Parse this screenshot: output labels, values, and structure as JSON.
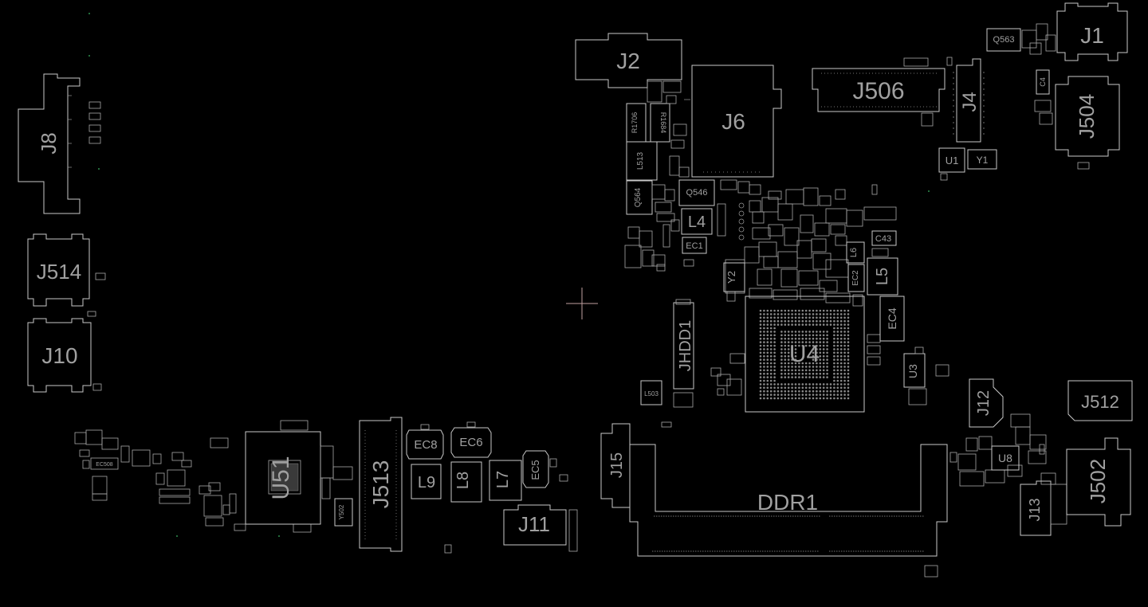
{
  "viewer": {
    "background": "#000000",
    "outline_color": "#c8c8c8",
    "label_color": "#a0a0a0",
    "cursor_icon": "crosshair-icon"
  },
  "components": {
    "J1": "J1",
    "J2": "J2",
    "J4": "J4",
    "J6": "J6",
    "J8": "J8",
    "J10": "J10",
    "J11": "J11",
    "J12": "J12",
    "J13": "J13",
    "J15": "J15",
    "J502": "J502",
    "J504": "J504",
    "J506": "J506",
    "J512": "J512",
    "J513": "J513",
    "J514": "J514",
    "JHDD1": "JHDD1",
    "DDR1": "DDR1",
    "U1": "U1",
    "U3": "U3",
    "U4": "U4",
    "U8": "U8",
    "U51": "U51",
    "Y1": "Y1",
    "Y2": "Y2",
    "L4": "L4",
    "L5": "L5",
    "L6": "L6",
    "L7": "L7",
    "L8": "L8",
    "L9": "L9",
    "L503": "L503",
    "L513": "L513",
    "EC1": "EC1",
    "EC2": "EC2",
    "EC4": "EC4",
    "EC5": "EC5",
    "EC6": "EC6",
    "EC8": "EC8",
    "EC508": "EC508",
    "C4": "C4",
    "C43": "C43",
    "Q546": "Q546",
    "Q563": "Q563",
    "Q564": "Q564",
    "R1684": "R1684",
    "R1706": "R1706",
    "Y502": "Y502"
  }
}
